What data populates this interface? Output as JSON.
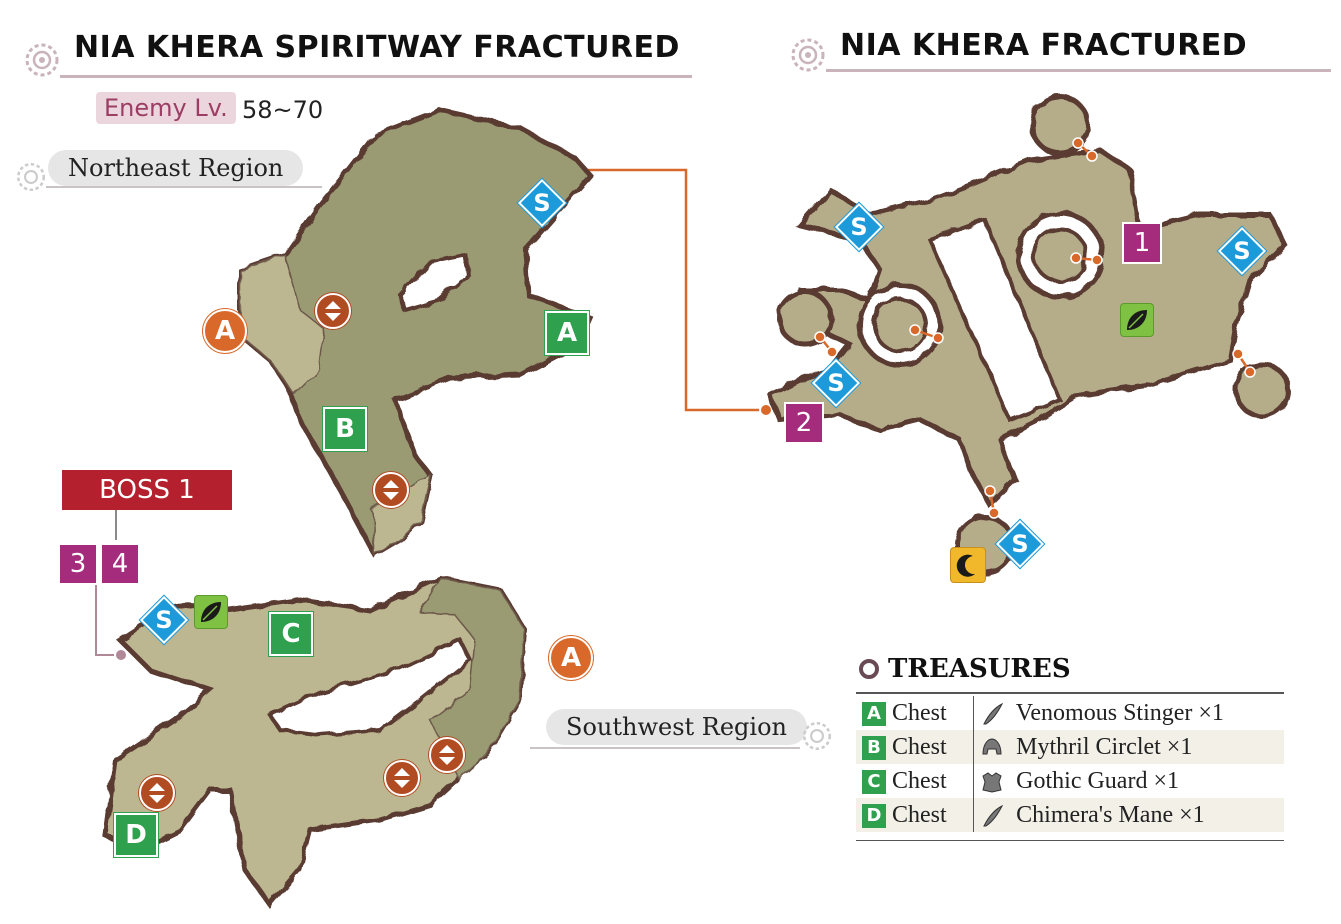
{
  "left_map": {
    "title": "NIA KHERA SPIRITWAY FRACTURED",
    "enemy_lv_label": "Enemy Lv.",
    "enemy_lv_value": "58~70",
    "northeast_region": "Northeast Region",
    "southwest_region": "Southwest Region",
    "boss_label": "BOSS 1",
    "boss_numbers": [
      "3",
      "4"
    ],
    "markers": {
      "s": "S",
      "chest_a": "A",
      "chest_b": "B",
      "chest_c": "C",
      "chest_d": "D",
      "orange_a": "A"
    }
  },
  "right_map": {
    "title": "NIA KHERA FRACTURED",
    "markers": {
      "s": "S",
      "num_1": "1",
      "num_2": "2"
    }
  },
  "treasures": {
    "heading": "TREASURES",
    "rows": [
      {
        "letter": "A",
        "type": "Chest",
        "item": "Venomous Stinger ×1",
        "icon": "claw-icon"
      },
      {
        "letter": "B",
        "type": "Chest",
        "item": "Mythril Circlet ×1",
        "icon": "helmet-icon"
      },
      {
        "letter": "C",
        "type": "Chest",
        "item": "Gothic Guard ×1",
        "icon": "armor-icon"
      },
      {
        "letter": "D",
        "type": "Chest",
        "item": "Chimera's Mane ×1",
        "icon": "claw-icon"
      }
    ]
  },
  "colors": {
    "land_dark": "#9a9a73",
    "land_light": "#bcb790",
    "border": "#5a3a32",
    "save_blue": "#1c9ad9",
    "chest_green": "#2fa14e",
    "orange": "#d8692b",
    "magenta": "#a52c7d",
    "boss_red": "#b5202e"
  }
}
